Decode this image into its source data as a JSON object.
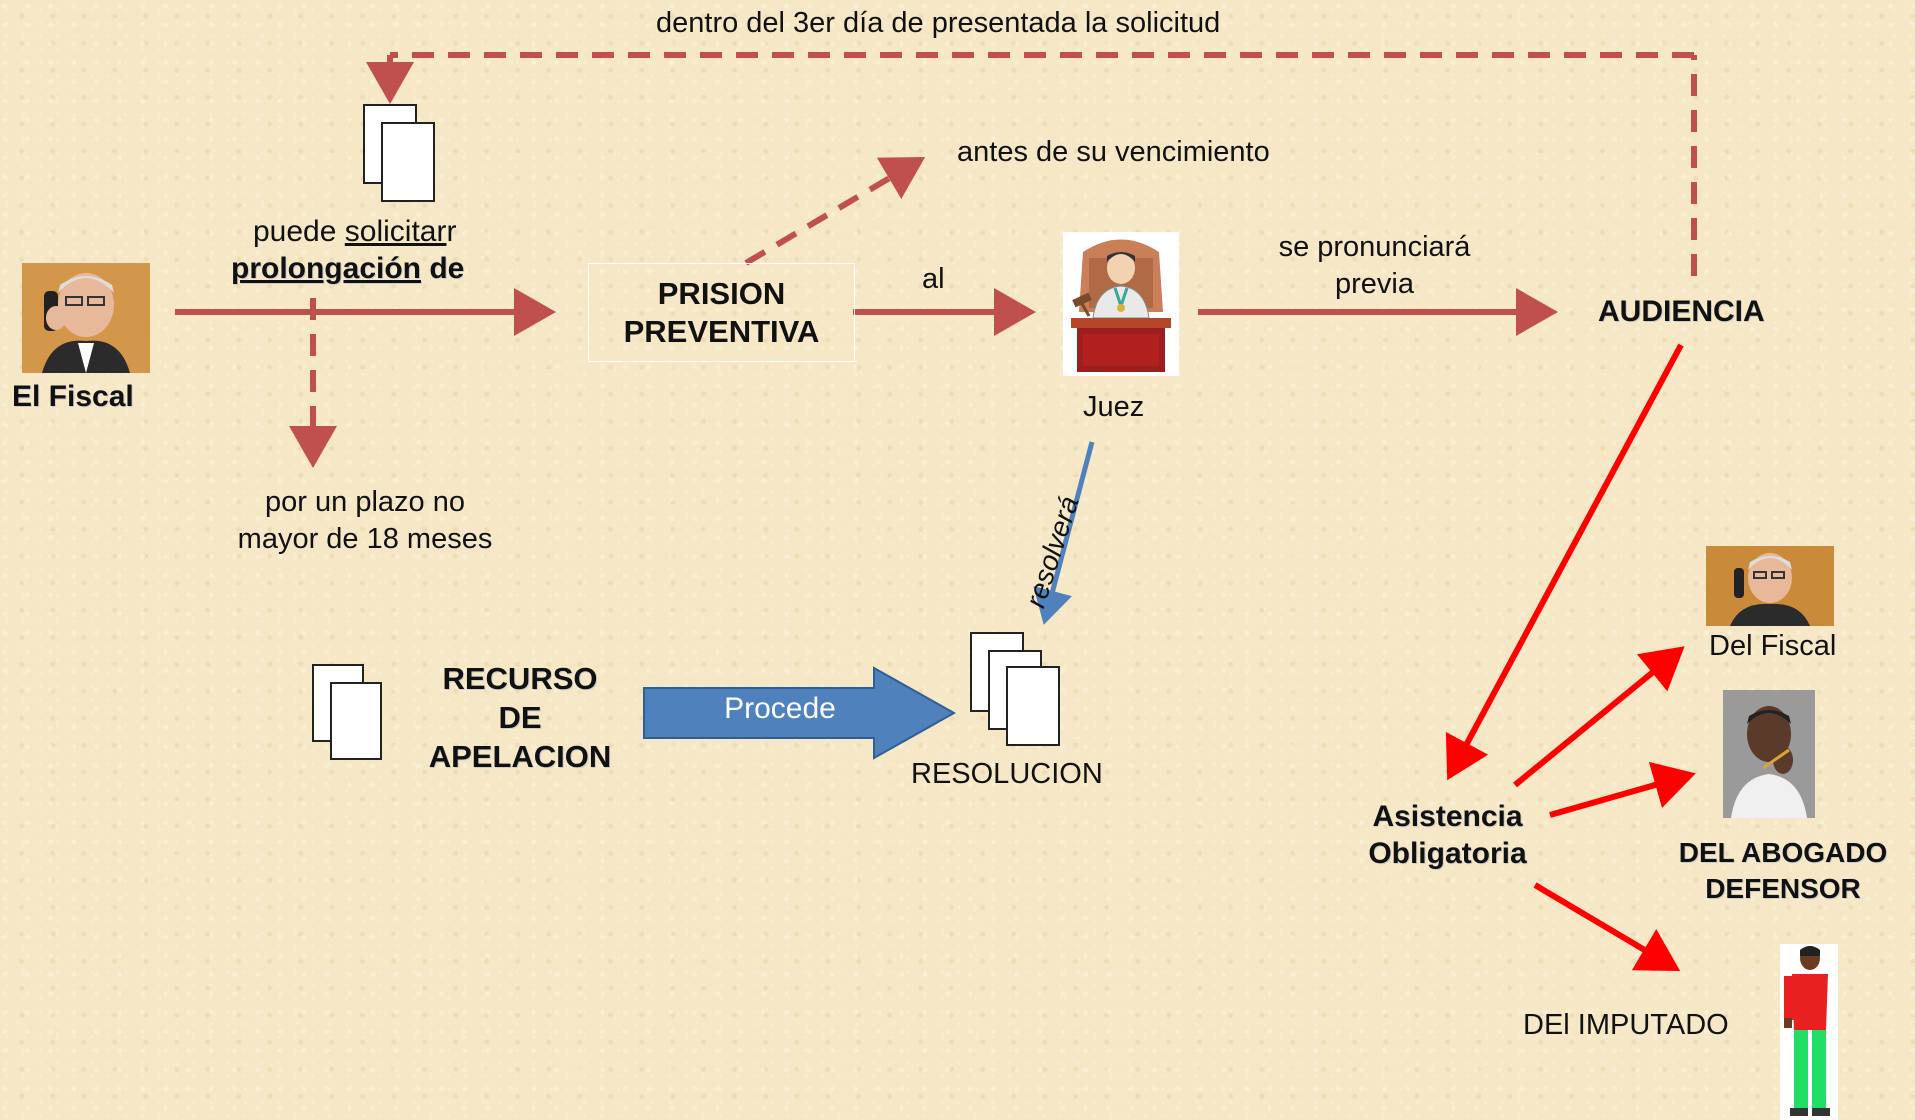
{
  "labels": {
    "top_deadline": "dentro del 3er día de presentada la solicitud",
    "puede_solicitar_1": "puede ",
    "puede_solicitar_2": "solicitar",
    "prolongacion": "prolongación",
    "de": " de",
    "el_fiscal": "El  Fiscal",
    "antes_vencimiento": "antes de su vencimiento",
    "prision_line1": "PRISION",
    "prision_line2": "PREVENTIVA",
    "al": "al",
    "juez": "Juez",
    "se_pronunciara_line1": "se pronunciará",
    "se_pronunciara_line2": "previa",
    "audiencia": "AUDIENCIA",
    "plazo_line1": "por un plazo no",
    "plazo_line2": "mayor de 18 meses",
    "resolvera": "resolverá",
    "recurso_line1": "RECURSO",
    "recurso_line2": "DE",
    "recurso_line3": "APELACION",
    "procede": "Procede",
    "resolucion": "RESOLUCION",
    "asistencia_line1": "Asistencia",
    "asistencia_line2": "Obligatoria",
    "del_fiscal": "Del Fiscal",
    "abogado_line1": "DEL ABOGADO",
    "abogado_line2": "DEFENSOR",
    "imputado": "DEl IMPUTADO"
  },
  "colors": {
    "background": "#f6e8c6",
    "main_arrow": "#c0504d",
    "audiencia_arrows": "#ff0000",
    "resolvera_arrow": "#4f81bd",
    "procede_arrow": "#4f81bd"
  },
  "icons": {
    "fiscal": "fiscal-photo",
    "juez": "judge-clipart",
    "documents": "document-stack-icon",
    "abogado": "lawyer-photo",
    "imputado": "defendant-figure"
  }
}
